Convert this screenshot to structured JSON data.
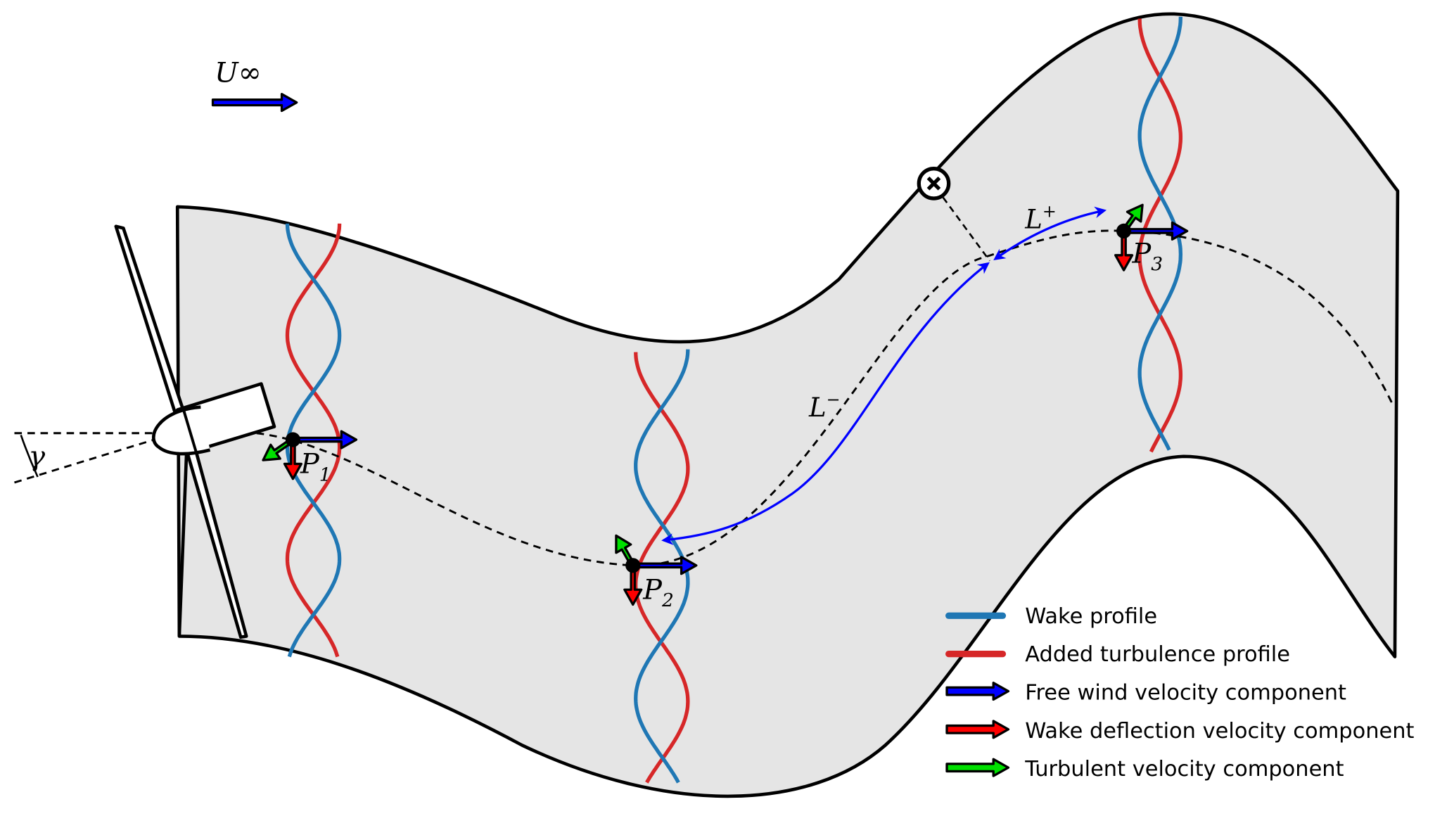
{
  "labels": {
    "freestream": "U∞",
    "yaw_angle": "γ",
    "p1": "P",
    "p1_sub": "1",
    "p2": "P",
    "p2_sub": "2",
    "p3": "P",
    "p3_sub": "3",
    "l_plus": "L",
    "l_plus_sup": "+",
    "l_minus": "L",
    "l_minus_sup": "−"
  },
  "legend": {
    "placement": "bottom-right",
    "items": [
      {
        "label": "Wake profile",
        "type": "line",
        "color": "#1f77b4"
      },
      {
        "label": "Added turbulence profile",
        "type": "line",
        "color": "#d62728"
      },
      {
        "label": "Free wind velocity component",
        "type": "arrow",
        "color": "#0000ff"
      },
      {
        "label": "Wake deflection velocity component",
        "type": "arrow",
        "color": "#ff0000"
      },
      {
        "label": "Turbulent velocity component",
        "type": "arrow",
        "color": "#00e000"
      }
    ]
  },
  "colors": {
    "wake_region": "#e5e5e5",
    "wake_profile": "#1f77b4",
    "turbulence_profile": "#d62728",
    "free_wind": "#0000ff",
    "deflection": "#ff0000",
    "turbulent": "#00e000",
    "distance_arrow": "#0000ff"
  }
}
